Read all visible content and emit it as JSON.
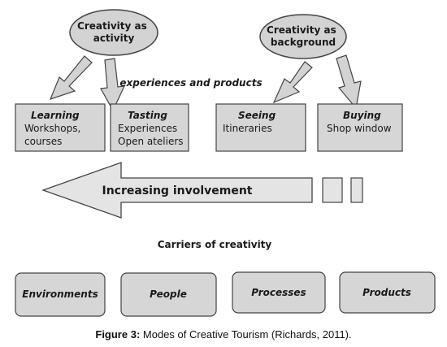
{
  "ovals": {
    "activity": [
      "Creativity as",
      "activity"
    ],
    "background": [
      "Creativity as",
      "background"
    ]
  },
  "middle_label": "experiences and products",
  "modes": [
    {
      "title": "Learning",
      "lines": [
        "Workshops,",
        "courses"
      ]
    },
    {
      "title": "Tasting",
      "lines": [
        "Experiences",
        "Open ateliers"
      ]
    },
    {
      "title": "Seeing",
      "lines": [
        "Itineraries"
      ]
    },
    {
      "title": "Buying",
      "lines": [
        "Shop window"
      ]
    }
  ],
  "arrow_label": "Increasing involvement",
  "carriers_heading": "Carriers of creativity",
  "carriers": [
    "Environments",
    "People",
    "Processes",
    "Products"
  ],
  "caption": {
    "prefix": "Figure 3:",
    "text": " Modes of Creative Tourism (Richards, 2011)."
  },
  "colors": {
    "box_fill": "#d6d6d6",
    "oval_fill": "#d3d3d3",
    "arrow_fill": "#e4e4e4",
    "stroke": "#444444"
  }
}
